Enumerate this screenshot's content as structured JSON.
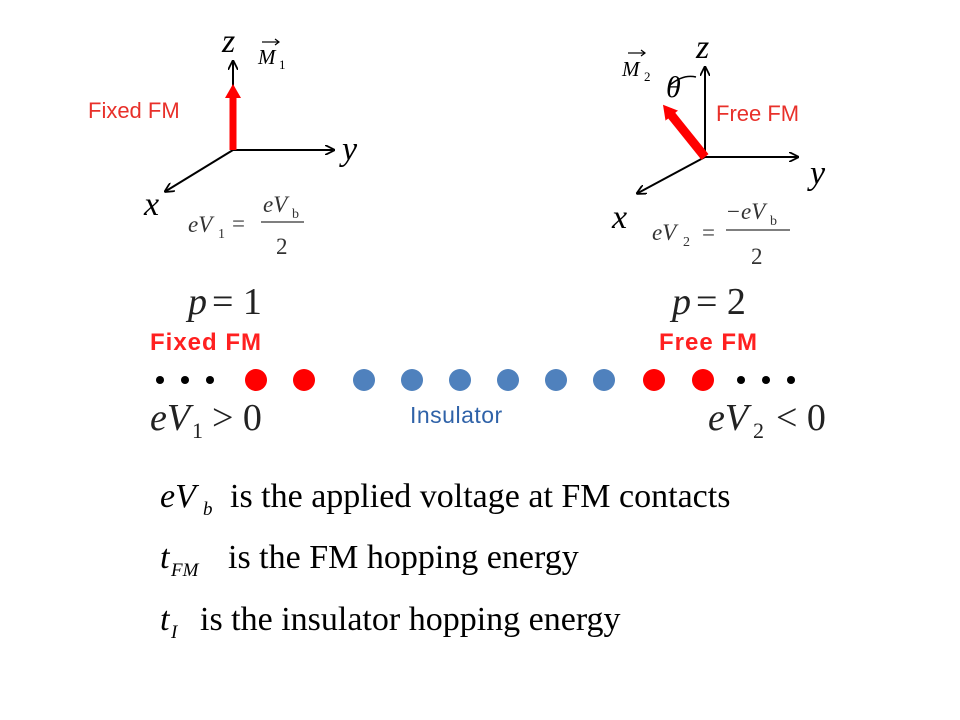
{
  "left_panel": {
    "axis_z": "z",
    "axis_y": "y",
    "axis_x": "x",
    "vector_label": "M",
    "vector_sub": "1",
    "tag": "Fixed FM",
    "eq_lhs": "eV",
    "eq_lhs_sub": "1",
    "eq_equals": "=",
    "eq_num": "eV",
    "eq_num_sub": "b",
    "eq_den": "2",
    "magnetization_color": "#ff0000"
  },
  "right_panel": {
    "axis_z": "z",
    "axis_y": "y",
    "axis_x": "x",
    "vector_label": "M",
    "vector_sub": "2",
    "angle_label": "θ",
    "tag": "Free FM",
    "eq_lhs": "eV",
    "eq_lhs_sub": "2",
    "eq_equals": "=",
    "eq_num_minus": "−",
    "eq_num": "eV",
    "eq_num_sub": "b",
    "eq_den": "2",
    "magnetization_color": "#ff0000"
  },
  "chain": {
    "p_left": "p",
    "p_left_val": "= 1",
    "p_right": "p",
    "p_right_val": "= 2",
    "label_left": "Fixed FM",
    "label_right": "Free FM",
    "ellipsis_left": "• • •",
    "ellipsis_right": "• • •",
    "insulator_label": "Insulator",
    "left_cond": "eV",
    "left_cond_sub": "1",
    "left_cond_rel": "> 0",
    "right_cond": "eV",
    "right_cond_sub": "2",
    "right_cond_rel": "< 0",
    "site_colors": [
      "#ff0000",
      "#ff0000",
      "#4f81bd",
      "#4f81bd",
      "#4f81bd",
      "#4f81bd",
      "#4f81bd",
      "#4f81bd",
      "#ff0000",
      "#ff0000"
    ],
    "fm_color": "#ff0000",
    "insulator_color": "#4f81bd"
  },
  "legend": [
    {
      "symbol": "eV",
      "sub": "b",
      "text": "is the applied voltage at FM contacts"
    },
    {
      "symbol": "t",
      "sub": "FM",
      "text": "is the FM hopping energy"
    },
    {
      "symbol": "t",
      "sub": "I",
      "text": "is the insulator hopping energy"
    }
  ]
}
